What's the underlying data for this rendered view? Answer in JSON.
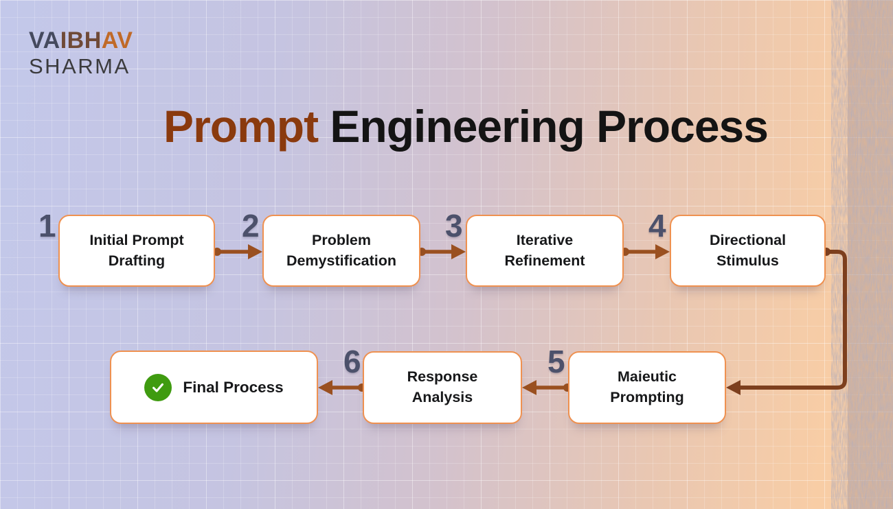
{
  "brand": {
    "part1": "VA",
    "part2": "IBH",
    "part3": "AV",
    "line2": "SHARMA",
    "part1_color": "#454a5e",
    "part2_color": "#6f4a37",
    "part3_color": "#c06a28"
  },
  "title": {
    "highlight": "Prompt",
    "rest": " Engineering Process",
    "highlight_color": "#8a3a0e",
    "rest_color": "#141414"
  },
  "steps": [
    {
      "number": "1",
      "label": "Initial Prompt Drafting"
    },
    {
      "number": "2",
      "label": "Problem Demystification"
    },
    {
      "number": "3",
      "label": "Iterative Refinement"
    },
    {
      "number": "4",
      "label": "Directional Stimulus"
    },
    {
      "number": "5",
      "label": "Maieutic Prompting"
    },
    {
      "number": "6",
      "label": "Response Analysis"
    }
  ],
  "final": {
    "label": "Final Process",
    "icon": "check-icon",
    "icon_color": "#3f9b10"
  },
  "colors": {
    "background_left": "#c3c8ea",
    "background_right": "#f9cfa6",
    "box_border": "#ef9150",
    "box_fill": "#ffffff",
    "arrow": "#9a5020",
    "connector": "#7d3f1e",
    "step_number": "#4c516b",
    "box_text": "#17181a"
  }
}
